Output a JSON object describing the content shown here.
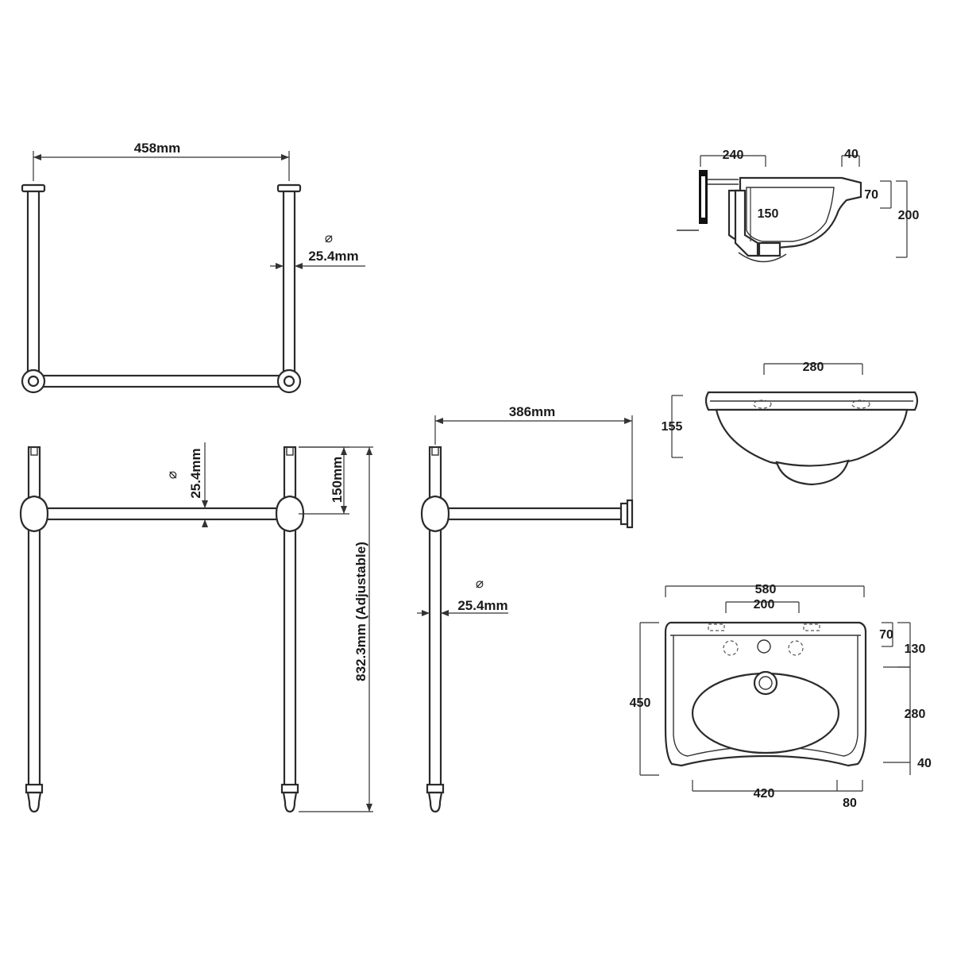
{
  "stand": {
    "top_view": {
      "width": "458mm",
      "diameter_symbol": "⌀",
      "diameter": "25.4mm"
    },
    "front_view": {
      "diameter_symbol": "⌀",
      "diameter": "25.4mm",
      "rail_offset": "150mm",
      "height": "832.3mm (Adjustable)"
    },
    "side_view": {
      "depth": "386mm",
      "diameter_symbol": "⌀",
      "diameter": "25.4mm"
    }
  },
  "basin": {
    "section_view": {
      "d1": "240",
      "d2": "40",
      "d3": "70",
      "d4": "150",
      "d5": "200"
    },
    "front_view": {
      "tap_centres": "280",
      "height": "155"
    },
    "plan_view": {
      "overall_width": "580",
      "tap_centres": "200",
      "depth": "450",
      "d70": "70",
      "d130": "130",
      "d280": "280",
      "d40": "40",
      "bowl_width": "420",
      "d80": "80"
    }
  }
}
